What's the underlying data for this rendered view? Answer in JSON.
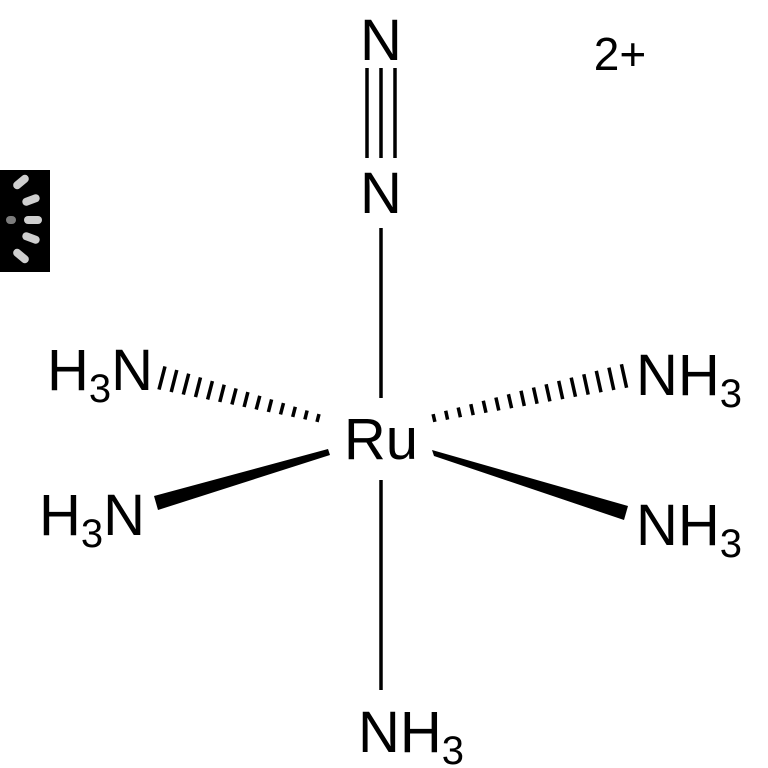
{
  "molecule": {
    "central_atom": "Ru",
    "charge": "2+",
    "dinitrogen": {
      "n_far": "N",
      "n_near": "N"
    },
    "ligands": {
      "left_upper": {
        "symbol": "H",
        "count": "3",
        "atom": "N"
      },
      "left_lower": {
        "symbol": "H",
        "count": "3",
        "atom": "N"
      },
      "right_upper": {
        "atom": "N",
        "symbol": "H",
        "count": "3"
      },
      "right_lower": {
        "atom": "N",
        "symbol": "H",
        "count": "3"
      },
      "bottom": {
        "atom": "N",
        "symbol": "H",
        "count": "3"
      }
    },
    "bond_types": {
      "ru_to_dinitrogen": "single",
      "dinitrogen": "triple",
      "ru_to_left_upper": "hashed",
      "ru_to_right_upper": "hashed",
      "ru_to_left_lower": "wedge",
      "ru_to_right_lower": "wedge",
      "ru_to_bottom": "single"
    }
  },
  "colors": {
    "ink": "#000000",
    "background": "#ffffff",
    "loader": "#000000",
    "loader_dash": "#cfcfcf"
  },
  "icons": {
    "loading": "loading-spinner-icon"
  }
}
